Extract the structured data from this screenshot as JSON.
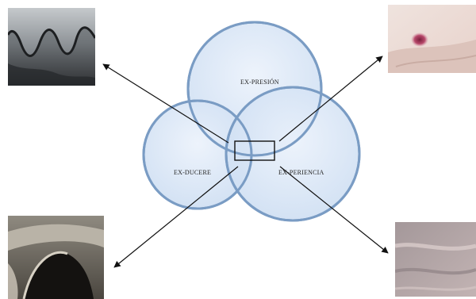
{
  "diagram": {
    "circles": [
      {
        "id": "top",
        "label": "EX-PRESIÓN"
      },
      {
        "id": "left",
        "label": "EX-DUCERE"
      },
      {
        "id": "right",
        "label": "EX-PERIENCIA"
      }
    ],
    "colors": {
      "circle_fill": "#dbe7f6",
      "circle_stroke": "#6f93bd",
      "arrow": "#111111",
      "box": "#111111"
    },
    "photos": [
      {
        "id": "top-left",
        "subject": "wavy grey fabric fold"
      },
      {
        "id": "top-right",
        "subject": "pink skin with red mark"
      },
      {
        "id": "bottom-left",
        "subject": "dark cloth opening"
      },
      {
        "id": "bottom-right",
        "subject": "mauve fabric texture"
      }
    ]
  }
}
